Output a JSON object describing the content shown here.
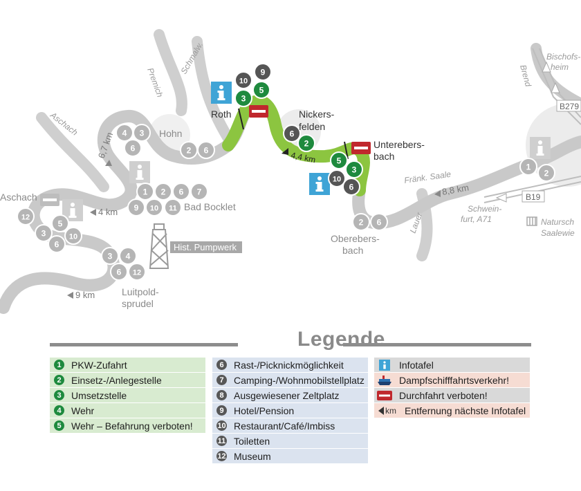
{
  "map": {
    "places": {
      "premich": "Premich",
      "schmalw": "Schmalw.",
      "aschach_river": "Aschach",
      "aschach_town": "Aschach",
      "hohn": "Hohn",
      "roth": "Roth",
      "nickersfelden_1": "Nickers-",
      "nickersfelden_2": "felden",
      "unterebersbach_1": "Unterebers-",
      "unterebersbach_2": "bach",
      "oberebersbach_1": "Oberebers-",
      "oberebersbach_2": "bach",
      "bad_bocklet": "Bad Bocklet",
      "hist_pumpwerk": "Hist. Pumpwerk",
      "luitpold_1": "Luitpold-",
      "luitpold_2": "sprudel",
      "fraenk_saale": "Fränk. Saale",
      "lauer": "Lauer",
      "brend": "Brend",
      "bischofsheim_1": "Bischofs-",
      "bischofsheim_2": "heim",
      "schweinfurt_1": "Schwein-",
      "schweinfurt_2": "furt, A71",
      "naturschutz_1": "Natursch",
      "naturschutz_2": "Saalewie"
    },
    "roads": {
      "b279": "B279",
      "b19": "B19"
    },
    "distances": {
      "d44": "4,4 km",
      "d67": "6,7 km",
      "d4": "4 km",
      "d9": "9 km",
      "d88": "8,8 km"
    },
    "colors": {
      "river": "#c9c9c9",
      "river_active": "#8cc540",
      "green_marker": "#1e8a3e",
      "dark_marker": "#555555",
      "faded_marker": "#b5b5b5",
      "info": "#3fa4d6",
      "no_entry": "#c0282d"
    },
    "markers": {
      "top_dark": [
        "10",
        "9"
      ],
      "top_green": [
        "3",
        "5"
      ],
      "nickers": [
        "6",
        "2"
      ],
      "unter": [
        "5",
        "3"
      ],
      "info_group": [
        "10",
        "6"
      ],
      "hohn_a": [
        "4",
        "3"
      ],
      "hohn_b": [
        "6"
      ],
      "hohn_c": [
        "2",
        "6"
      ],
      "bocklet_a": [
        "1",
        "2",
        "6",
        "7"
      ],
      "bocklet_b": [
        "9",
        "10",
        "11"
      ],
      "aschach_a": [
        "12"
      ],
      "aschach_b": [
        "3",
        "5"
      ],
      "aschach_c": [
        "6",
        "10"
      ],
      "luit_a": [
        "3",
        "4"
      ],
      "luit_b": [
        "6",
        "12"
      ],
      "ober": [
        "2",
        "6"
      ],
      "right": [
        "1",
        "2"
      ]
    }
  },
  "legend": {
    "title": "Legende",
    "green": [
      {
        "num": "1",
        "label": "PKW-Zufahrt"
      },
      {
        "num": "2",
        "label": "Einsetz-/Anlegestelle"
      },
      {
        "num": "3",
        "label": "Umsetzstelle"
      },
      {
        "num": "4",
        "label": "Wehr"
      },
      {
        "num": "5",
        "label": "Wehr – Befahrung verboten!"
      }
    ],
    "blue": [
      {
        "num": "6",
        "label": "Rast-/Picknickmöglichkeit"
      },
      {
        "num": "7",
        "label": "Camping-/Wohnmobilstellplatz"
      },
      {
        "num": "8",
        "label": "Ausgewiesener Zeltplatz"
      },
      {
        "num": "9",
        "label": "Hotel/Pension"
      },
      {
        "num": "10",
        "label": "Restaurant/Café/Imbiss"
      },
      {
        "num": "11",
        "label": "Toiletten"
      },
      {
        "num": "12",
        "label": "Museum"
      }
    ],
    "symbols": [
      {
        "icon": "info-icon",
        "label": "Infotafel",
        "bg": "#d9d9d9"
      },
      {
        "icon": "steamboat-icon",
        "label": "Dampfschifffahrtsverkehr!",
        "bg": "#f6dcd3"
      },
      {
        "icon": "no-entry-icon",
        "label": "Durchfahrt verboten!",
        "bg": "#d9d9d9"
      },
      {
        "icon": "km-arrow-icon",
        "label": "Entfernung nächste Infotafel",
        "bg": "#f6dcd3",
        "km": "km"
      }
    ]
  }
}
